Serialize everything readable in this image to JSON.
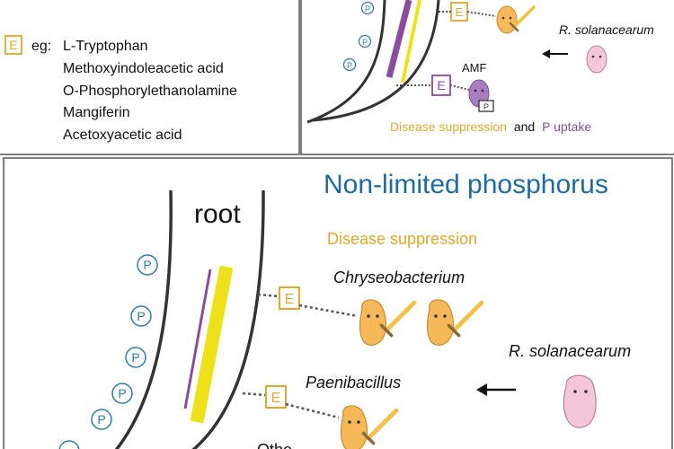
{
  "left_panel": {
    "e_label": "E",
    "eg_prefix": "eg:",
    "compounds": [
      "L-Tryptophan",
      "Methoxyindoleacetic acid",
      "O-Phosphorylethanolamine",
      "Mangiferin",
      "Acetoxyacetic acid"
    ]
  },
  "top_right_panel": {
    "pathogen": "R. solanacearum",
    "amf_label": "AMF",
    "e_label": "E",
    "p_label": "P",
    "caption_part1": "Disease suppression",
    "caption_and": "and",
    "caption_part2": "P uptake"
  },
  "bottom_panel": {
    "title": "Non-limited phosphorus",
    "root_label": "root",
    "subtitle": "Disease suppression",
    "bacterium_1": "Chryseobacterium",
    "bacterium_2": "Paenibacillus",
    "pathogen": "R. solanacearum",
    "e_label": "E",
    "p_label": "P",
    "cut_text": "Othe"
  },
  "colors": {
    "phosphate_blue": "#2f7ca3",
    "title_blue": "#1f6aa0",
    "effector_orange": "#e0a830",
    "purple": "#8a4d9e",
    "yellow": "#ede21a",
    "bacterium_fill": "#f5b95a",
    "pathogen_fill": "#f4c6da",
    "amf_fill": "#a97dbf"
  },
  "icons": [
    "phosphate-icon",
    "effector-box-icon",
    "bacterium-icon",
    "sword-icon",
    "pathogen-icon",
    "arrow-left-icon",
    "amf-icon"
  ]
}
